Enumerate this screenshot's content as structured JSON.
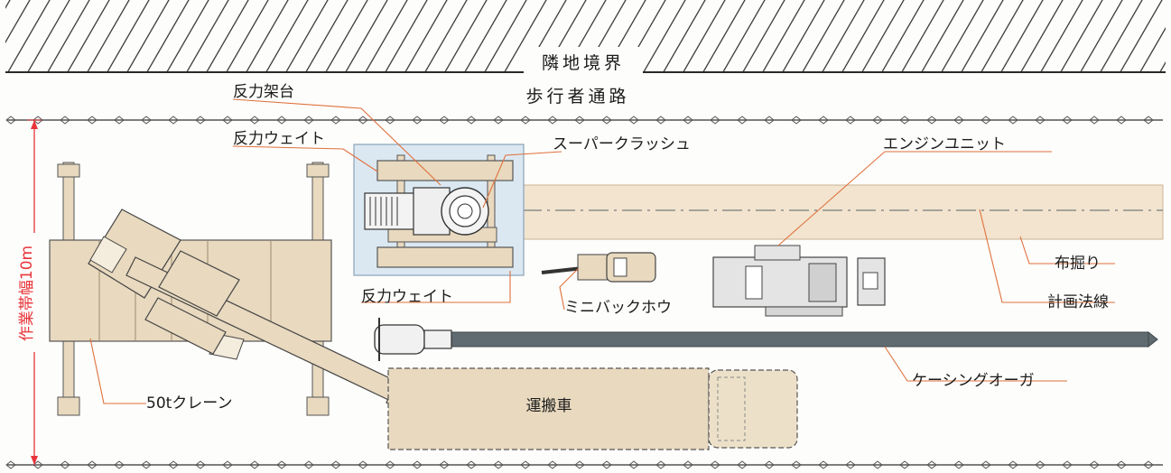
{
  "diagram": {
    "boundary_label": "隣地境界",
    "walkway_label": "歩行者通路",
    "work_width_label": "作業帯幅10m",
    "labels": {
      "reaction_frame": "反力架台",
      "reaction_weight_top": "反力ウェイト",
      "reaction_weight_bottom": "反力ウェイト",
      "super_crush": "スーパークラッシュ",
      "engine_unit": "エンジンユニット",
      "trench": "布掘り",
      "planned_line": "計画法線",
      "mini_backhoe": "ミニバックホウ",
      "casing_auger": "ケーシングオーガ",
      "crane": "50tクレーン",
      "truck": "運搬車"
    },
    "colors": {
      "equipment_fill": "#e8d9bf",
      "trench_fill": "#f2e4cf",
      "platform_fill": "#dbe8f2",
      "leader_line": "#e0703c",
      "dimension": "#e8343a",
      "auger": "#5f6b70"
    }
  }
}
